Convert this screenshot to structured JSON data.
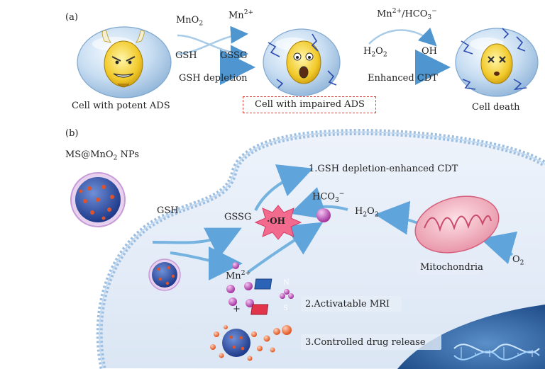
{
  "panel_a": {
    "label": "(a)",
    "cell1_caption": "Cell with potent ADS",
    "mno2": "MnO",
    "mno2_sub": "2",
    "mn2": "Mn",
    "mn2_sup": "2+",
    "gsh": "GSH",
    "gssg": "GSSG",
    "gsh_depletion": "GSH depletion",
    "cell2_caption": "Cell with impaired ADS",
    "mn_hco3": "Mn",
    "mn_hco3_sup": "2+",
    "mn_hco3_rest": "/HCO",
    "mn_hco3_sub": "3",
    "mn_hco3_sup2": "−",
    "h2o2": "H",
    "h2o2_sub": "2",
    "h2o2_rest": "O",
    "h2o2_sub2": "2",
    "oh": "OH",
    "enhanced_cdt": "Enhanced CDT",
    "cell3_caption": "Cell death"
  },
  "panel_b": {
    "label": "(b)",
    "np_label": "MS@MnO",
    "np_sub": "2",
    "np_rest": " NPs",
    "gsh": "GSH",
    "gssg": "GSSG",
    "oh_burst": "·OH",
    "hco3": "HCO",
    "hco3_sub": "3",
    "hco3_sup": "−",
    "h2o2": "H",
    "h2o2_sub": "2",
    "h2o2_rest": "O",
    "h2o2_sub2": "2",
    "mn2": "Mn",
    "mn2_sup": "2+",
    "plus": "+",
    "mito_label": "Mitochondria",
    "o2": "O",
    "o2_sub": "2",
    "n_label": "N",
    "s_label": "S",
    "item1": "1.GSH depletion-enhanced CDT",
    "item2": "2.Activatable MRI",
    "item3": "3.Controlled drug release"
  }
}
